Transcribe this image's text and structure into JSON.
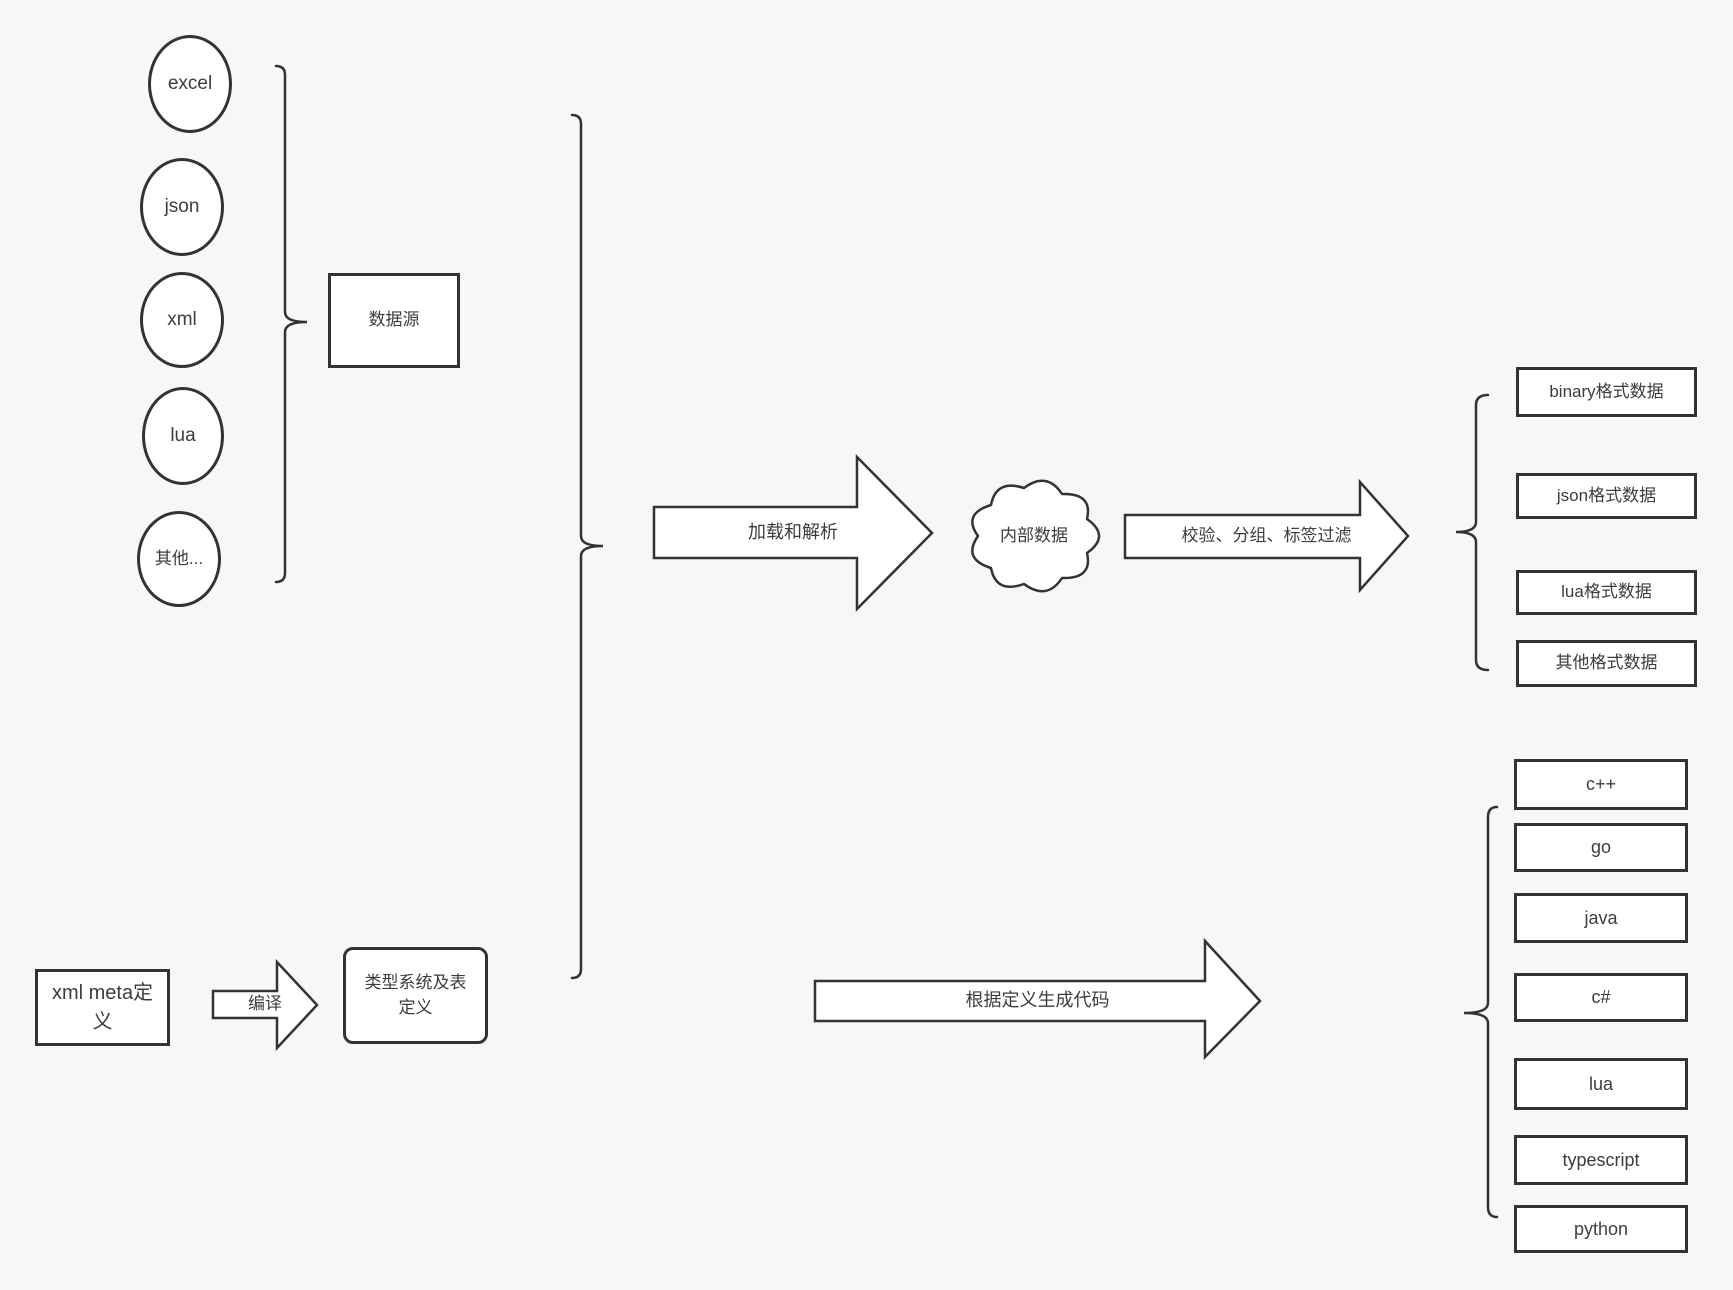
{
  "colors": {
    "background": "#f7f7f7",
    "shape_fill": "#ffffff",
    "stroke": "#333333",
    "text": "#3d3d3d"
  },
  "sources": {
    "group_label": "数据源",
    "items": [
      "excel",
      "json",
      "xml",
      "lua",
      "其他..."
    ]
  },
  "definitions": {
    "xml_meta_label": "xml meta定义",
    "compile_arrow_label": "编译",
    "type_system_label": "类型系统及表定义"
  },
  "flow": {
    "load_parse_arrow_label": "加载和解析",
    "internal_data_label": "内部数据",
    "filter_arrow_label": "校验、分组、标签过滤",
    "codegen_arrow_label": "根据定义生成代码"
  },
  "outputs": {
    "data_formats": [
      "binary格式数据",
      "json格式数据",
      "lua格式数据",
      "其他格式数据"
    ],
    "languages": [
      "c++",
      "go",
      "java",
      "c#",
      "lua",
      "typescript",
      "python"
    ]
  }
}
